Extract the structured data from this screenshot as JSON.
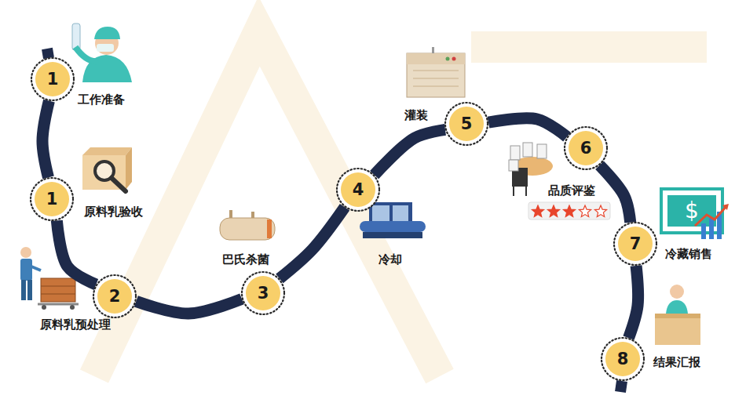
{
  "diagram": {
    "nodes": [
      {
        "text": [
          "1",
          "工作准备"
        ]
      },
      {
        "text": [
          "1",
          "原料乳验收"
        ]
      },
      {
        "text": [
          "2",
          "原料乳预处理"
        ]
      },
      {
        "text": [
          "3",
          "巴氏杀菌"
        ]
      },
      {
        "text": [
          "4",
          "冷却"
        ]
      },
      {
        "text": [
          "5",
          "灌装"
        ]
      },
      {
        "text": [
          "6",
          "品质评鉴"
        ]
      },
      {
        "text": [
          "7",
          "冷藏销售"
        ]
      },
      {
        "text": [
          "8",
          "结果汇报"
        ]
      }
    ],
    "edges": [
      {
        "from": 0,
        "to": 1,
        "arrow": "none"
      },
      {
        "from": 1,
        "to": 2,
        "arrow": "none"
      },
      {
        "from": 2,
        "to": 3,
        "arrow": "none"
      },
      {
        "from": 3,
        "to": 4,
        "arrow": "none"
      },
      {
        "from": 4,
        "to": 5,
        "arrow": "none"
      },
      {
        "from": 5,
        "to": 6,
        "arrow": "none"
      },
      {
        "from": 6,
        "to": 7,
        "arrow": "none"
      },
      {
        "from": 7,
        "to": 8,
        "arrow": "none"
      }
    ]
  }
}
